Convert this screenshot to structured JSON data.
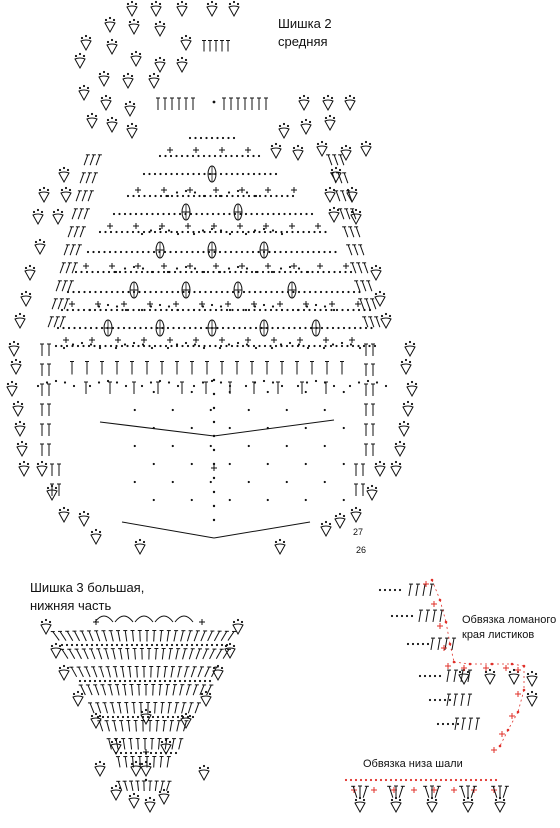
{
  "labels": {
    "cone2_line1": "Шишка 2",
    "cone2_line2": "средняя",
    "row_27": "27",
    "row_26": "26",
    "cone3_line1": "Шишка 3 большая,",
    "cone3_line2": "нижняя часть",
    "edging_leaves_line1": "Обвязка ломаного",
    "edging_leaves_line2": "края листиков",
    "edging_shawl": "Обвязка низа шали"
  },
  "colors": {
    "ink": "#111111",
    "red": "#e0302a"
  },
  "symbols": {
    "stitch": "double-crochet-stitch",
    "chain": "chain-stitch",
    "single": "single-crochet-cross",
    "picot": "picot-leaf",
    "puff": "puff-stitch"
  }
}
